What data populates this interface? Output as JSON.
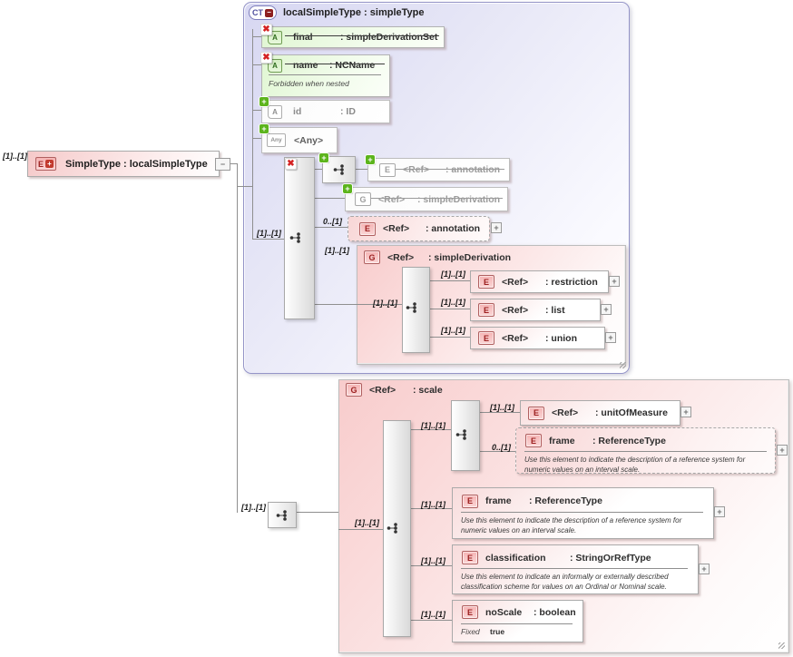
{
  "ui": {
    "expand": "+",
    "collapse": "−",
    "added": "+",
    "removed": "✖"
  },
  "root_element": {
    "cardinality": "[1]..[1]",
    "icon": "E",
    "icon_plus": "+",
    "label": "SimpleType : localSimpleType"
  },
  "complex_type": {
    "icon": "CT",
    "title": "localSimpleType : simpleType",
    "attr_final": {
      "icon": "A",
      "name": "final",
      "type": ": simpleDerivationSet"
    },
    "attr_name": {
      "icon": "A",
      "name": "name",
      "type": ": NCName",
      "note": "Forbidden when nested"
    },
    "attr_id": {
      "icon": "A",
      "name": "id",
      "type": ": ID"
    },
    "attr_any": {
      "icon": "Any",
      "label": "<Any>"
    },
    "content": {
      "cardinality": "[1]..[1]",
      "removed_annotation": {
        "icon": "E",
        "name": "<Ref>",
        "type": ": annotation"
      },
      "removed_simple_derivation": {
        "icon": "G",
        "name": "<Ref>",
        "type": ": simpleDerivation"
      },
      "annotation": {
        "cardinality": "0..[1]",
        "icon": "E",
        "name": "<Ref>",
        "type": ": annotation"
      },
      "simple_derivation": {
        "cardinality": "[1]..[1]",
        "icon": "G",
        "name": "<Ref>",
        "type": ": simpleDerivation",
        "choice_cardinality": "[1]..[1]",
        "restriction": {
          "cardinality": "[1]..[1]",
          "icon": "E",
          "name": "<Ref>",
          "type": ": restriction"
        },
        "list": {
          "cardinality": "[1]..[1]",
          "icon": "E",
          "name": "<Ref>",
          "type": ": list"
        },
        "union": {
          "cardinality": "[1]..[1]",
          "icon": "E",
          "name": "<Ref>",
          "type": ": union"
        }
      }
    }
  },
  "scale_branch": {
    "cardinality": "[1]..[1]",
    "group": {
      "cardinality": "[1]..[1]",
      "icon": "G",
      "name": "<Ref>",
      "type": ": scale",
      "choice_cardinality": "[1]..[1]",
      "sequence": {
        "cardinality": "[1]..[1]",
        "unit_of_measure": {
          "cardinality": "[1]..[1]",
          "icon": "E",
          "name": "<Ref>",
          "type": ": unitOfMeasure"
        },
        "frame_optional": {
          "cardinality": "0..[1]",
          "icon": "E",
          "name": "frame",
          "type": ": ReferenceType",
          "doc": "Use this element to indicate the description of a reference system for numeric values on an interval scale."
        }
      },
      "frame": {
        "cardinality": "[1]..[1]",
        "icon": "E",
        "name": "frame",
        "type": ": ReferenceType",
        "doc": "Use this element to indicate the description of a reference system for numeric values on an interval scale."
      },
      "classification": {
        "cardinality": "[1]..[1]",
        "icon": "E",
        "name": "classification",
        "type": ": StringOrRefType",
        "doc": "Use this element to indicate an informally or externally described classification scheme for values on an Ordinal or Nominal scale."
      },
      "no_scale": {
        "cardinality": "[1]..[1]",
        "icon": "E",
        "name": "noScale",
        "type": ": boolean",
        "fixed_label": "Fixed",
        "fixed_value": "true"
      }
    }
  }
}
